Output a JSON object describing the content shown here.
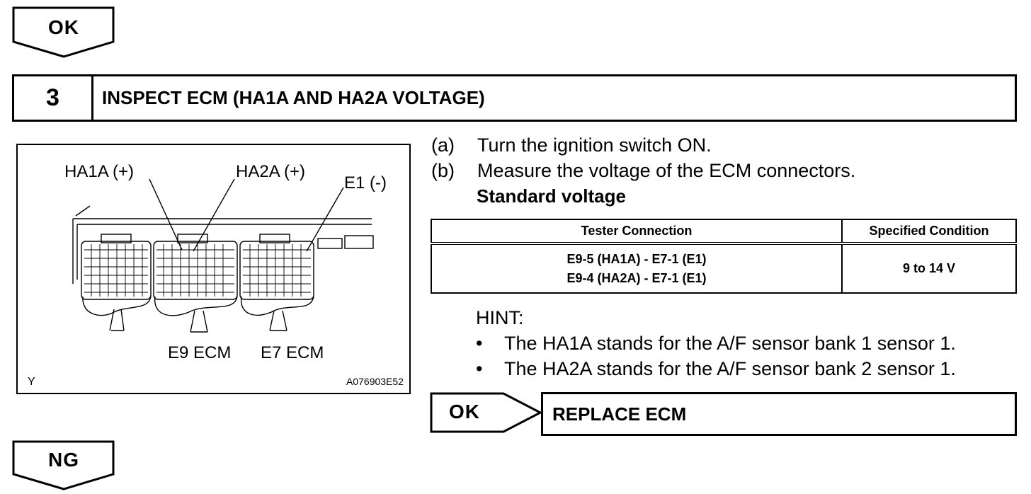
{
  "top_flow": {
    "label": "OK"
  },
  "step": {
    "number": "3",
    "title": "INSPECT ECM (HA1A AND HA2A VOLTAGE)"
  },
  "figure": {
    "labels": {
      "ha1a": "HA1A (+)",
      "ha2a": "HA2A (+)",
      "e1": "E1 (-)",
      "e9": "E9 ECM",
      "e7": "E7 ECM",
      "corner": "Y",
      "code": "A076903E52"
    }
  },
  "instructions": [
    {
      "marker": "(a)",
      "text": "Turn the ignition switch ON."
    },
    {
      "marker": "(b)",
      "text": "Measure the voltage of the ECM connectors."
    }
  ],
  "standard_label": "Standard voltage",
  "table": {
    "headers": [
      "Tester Connection",
      "Specified Condition"
    ],
    "rows": [
      {
        "connections": [
          "E9-5 (HA1A) - E7-1 (E1)",
          "E9-4 (HA2A) - E7-1 (E1)"
        ],
        "condition": "9 to 14 V"
      }
    ]
  },
  "hint": {
    "title": "HINT:",
    "bullet_char": "•",
    "items": [
      "The HA1A stands for the A/F sensor bank 1 sensor 1.",
      "The HA2A stands for the A/F sensor bank 2 sensor 1."
    ]
  },
  "ok_result": {
    "label": "OK",
    "action": "REPLACE ECM"
  },
  "bottom_flow": {
    "label": "NG"
  }
}
